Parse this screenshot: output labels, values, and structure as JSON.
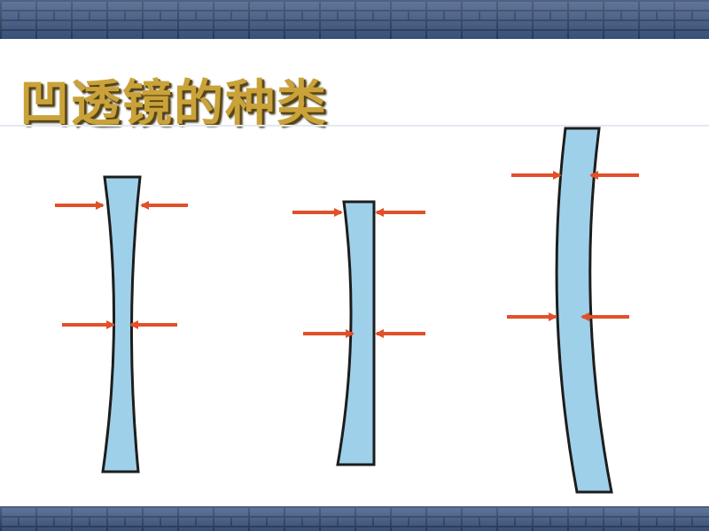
{
  "slide": {
    "title": "凹透镜的种类"
  },
  "lenses": [
    {
      "id": "biconcave",
      "shape": "double-concave"
    },
    {
      "id": "plano-concave",
      "shape": "flat-concave"
    },
    {
      "id": "meniscus",
      "shape": "convex-concave"
    }
  ],
  "colors": {
    "lens_fill": "#9fd0ea",
    "arrow": "#e0502a",
    "title": "#c9a23a",
    "border_band": "#3f5a86"
  }
}
